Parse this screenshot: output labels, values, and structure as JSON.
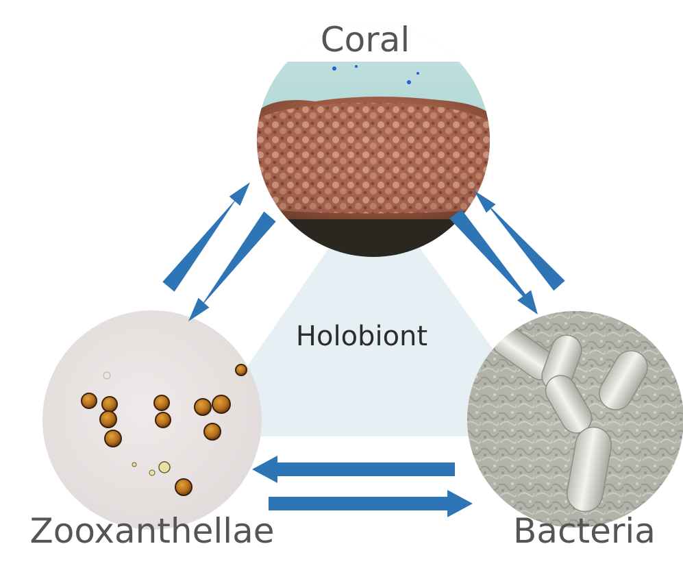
{
  "title": "",
  "center": {
    "label": "Holobiont"
  },
  "nodes": {
    "coral": {
      "label": "Coral"
    },
    "zooxanthellae": {
      "label": "Zooxanthellae"
    },
    "bacteria": {
      "label": "Bacteria"
    }
  },
  "relations": [
    {
      "from": "Zooxanthellae",
      "to": "Coral"
    },
    {
      "from": "Coral",
      "to": "Zooxanthellae"
    },
    {
      "from": "Coral",
      "to": "Bacteria"
    },
    {
      "from": "Bacteria",
      "to": "Coral"
    },
    {
      "from": "Bacteria",
      "to": "Zooxanthellae"
    },
    {
      "from": "Zooxanthellae",
      "to": "Bacteria"
    }
  ],
  "colors": {
    "arrow": "#2e75b6",
    "triangle_fill": "#e6f0f4",
    "label_text": "#555555"
  }
}
